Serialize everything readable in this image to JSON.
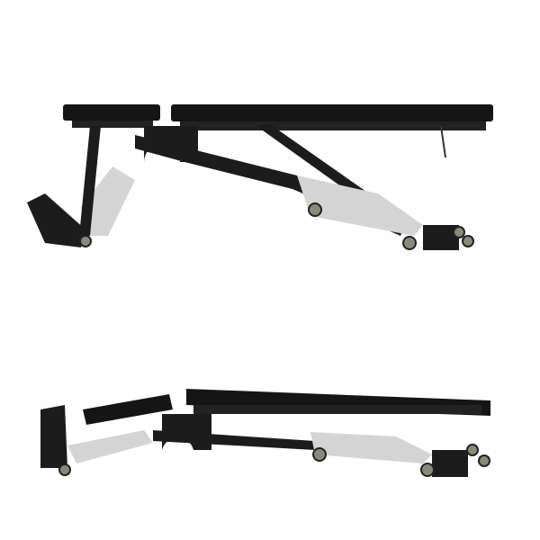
{
  "image": {
    "subject": "adjustable-weight-bench",
    "views": [
      {
        "id": "flat-position"
      },
      {
        "id": "decline-position"
      }
    ]
  },
  "colors": {
    "background": "#ffffff",
    "pad": "#151515",
    "frame": "#1c1c1c",
    "plate": "#d4d4d4",
    "wheel": "#8a8a7a"
  }
}
